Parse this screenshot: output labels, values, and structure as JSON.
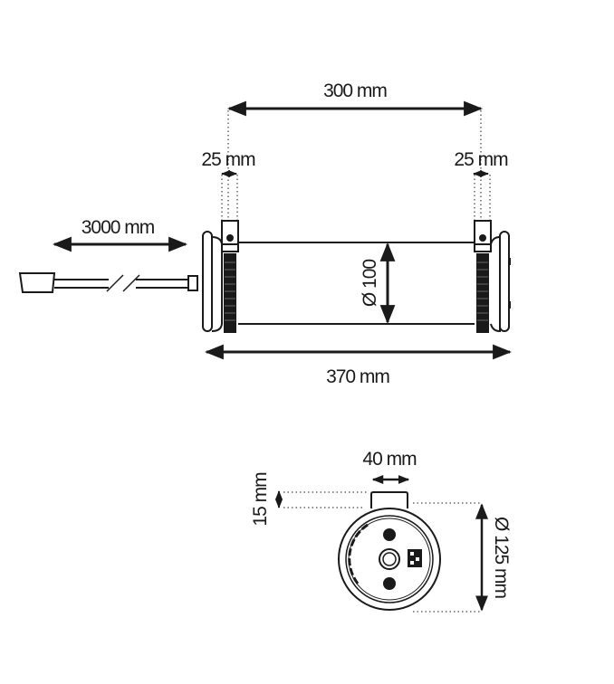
{
  "diagram": {
    "type": "technical-dimension-drawing",
    "side_view": {
      "labels": {
        "mount_spacing": "300 mm",
        "bracket_left": "25 mm",
        "bracket_right": "25 mm",
        "cable_length": "3000 mm",
        "diameter": "Ø 100",
        "total_length": "370 mm"
      }
    },
    "end_view": {
      "labels": {
        "bracket_width": "40 mm",
        "bracket_height": "15 mm",
        "outer_diameter": "Ø 125 mm"
      }
    },
    "colors": {
      "line": "#1a1a1a",
      "background": "#ffffff"
    }
  }
}
